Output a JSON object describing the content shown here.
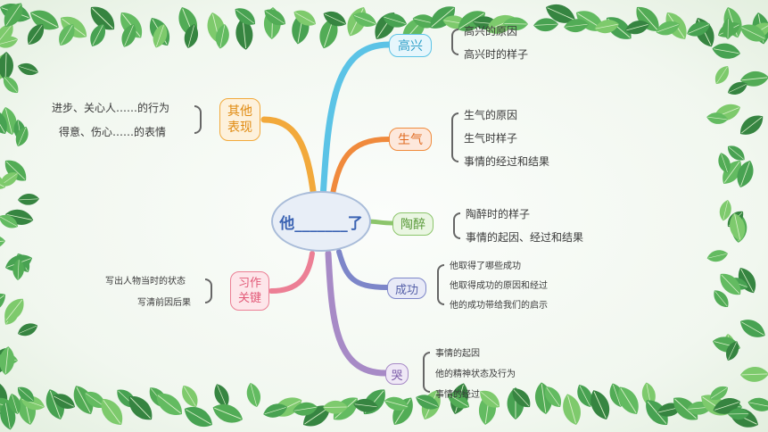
{
  "center": {
    "text": "他_______了"
  },
  "branches": {
    "gaoxing": {
      "label": "高兴",
      "color": "#5bc3e6",
      "items": [
        "高兴的原因",
        "高兴时的样子"
      ]
    },
    "shengqi": {
      "label": "生气",
      "color": "#f08a3c",
      "items": [
        "生气的原因",
        "生气时样子",
        "事情的经过和结果"
      ]
    },
    "taozui": {
      "label": "陶醉",
      "color": "#8cc56b",
      "items": [
        "陶醉时的样子",
        "事情的起因、经过和结果"
      ]
    },
    "chenggong": {
      "label": "成功",
      "color": "#7d86c9",
      "items": [
        "他取得了哪些成功",
        "他取得成功的原因和经过",
        "他的成功带给我们的启示"
      ]
    },
    "ku": {
      "label": "哭",
      "color": "#a78ac6",
      "items": [
        "事情的起因",
        "他的精神状态及行为",
        "事情的经过"
      ]
    },
    "qita": {
      "label": "其他表现",
      "line1": "其他",
      "line2": "表现",
      "color": "#f2a93b",
      "items": [
        "进步、关心人……的行为",
        "得意、伤心……的表情"
      ]
    },
    "xizuo": {
      "label": "习作关键",
      "line1": "习作",
      "line2": "关键",
      "color": "#ec7f95",
      "items": [
        "写出人物当时的状态",
        "写清前因后果"
      ]
    }
  }
}
